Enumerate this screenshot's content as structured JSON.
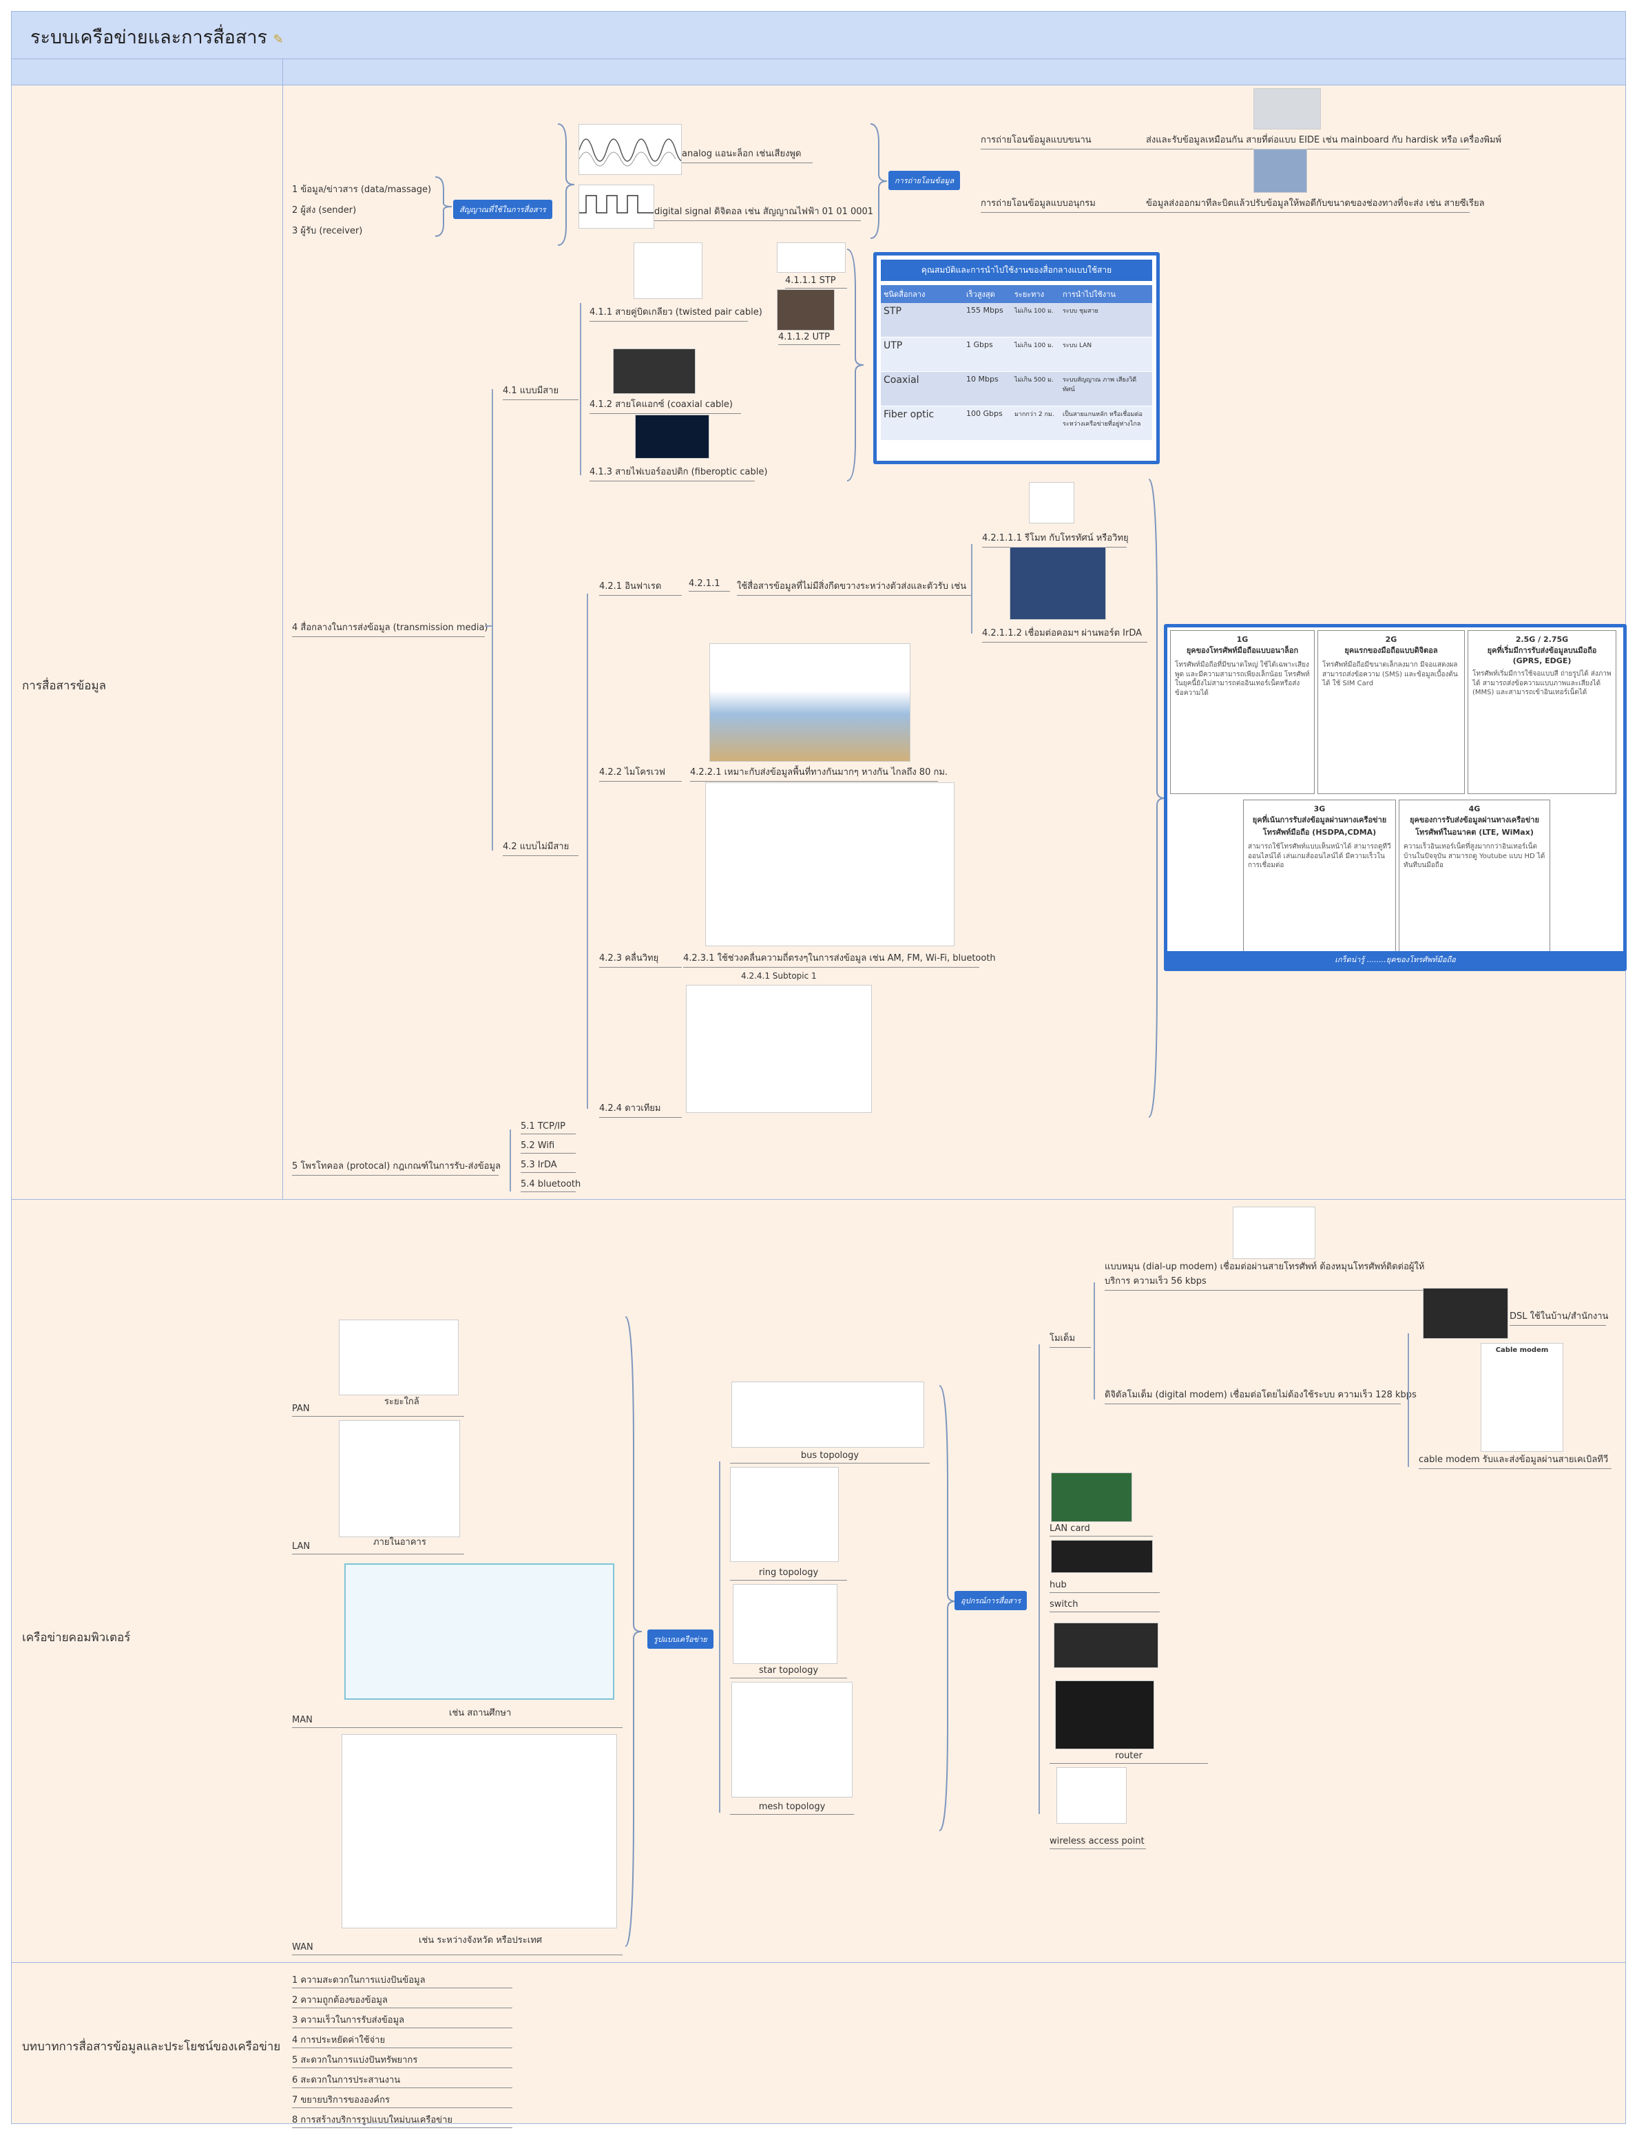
{
  "title": "ระบบเครือข่ายและการสื่อสาร",
  "rows": {
    "r1": "การสื่อสารข้อมูล",
    "r2": "เครือข่ายคอมพิวเตอร์",
    "r3": "บทบาทการสื่อสารข้อมูลและประโยชน์ของเครือข่าย"
  },
  "comm": {
    "elements": [
      "1  ข้อมูล/ข่าวสาร (data/massage)",
      "2  ผู้ส่ง (sender)",
      "3  ผู้รับ (receiver)"
    ],
    "signal_pill": "สัญญาณที่ใช้ในการสื่อสาร",
    "analog": "analog    แอนะล็อก  เช่นเสียงพูด",
    "digital": "digital  signal ดิจิตอล  เช่น สัญญาณไฟฟ้า  01 01 0001",
    "transfer_pill": "การถ่ายโอนข้อมูล",
    "parallel": "การถ่ายโอนข้อมูลแบบขนาน",
    "parallel_desc": "ส่งและรับข้อมูลเหมือนกัน  สายที่ต่อแบบ  EIDE เช่น mainboard กับ hardisk  หรือ เครื่องพิมพ์",
    "serial": "การถ่ายโอนข้อมูลแบบอนุกรม",
    "serial_desc": "ข้อมูลส่งออกมาทีละบิตแล้วปรับข้อมูลให้พอดีกับขนาดของช่องทางที่จะส่ง เช่น สายซีเรียล",
    "media": "4  สื่อกลางในการส่งข้อมูล (transmission media)",
    "wired": "4.1  แบบมีสาย",
    "tp": "4.1.1  สายคู่บิดเกลียว (twisted pair cable)",
    "stp": "4.1.1.1  STP",
    "utp": "4.1.1.2  UTP",
    "coax": "4.1.2  สายโคแอกซ์ (coaxial cable)",
    "fiber": "4.1.3  สายไฟเบอร์ออปติก (fiberoptic cable)",
    "wireless": "4.2  แบบไม่มีสาย",
    "ir": "4.2.1  อินฟาเรด",
    "ir1": "4.2.1.1",
    "ir1_desc": "ใช้สื่อสารข้อมูลที่ไม่มีสิ่งกีดขวางระหว่างตัวส่งและตัวรับ เช่น",
    "ir_a": "4.2.1.1.1  รีโมท กับโทรทัศน์ หรือวิทยุ",
    "ir_b": "4.2.1.1.2  เชื่อมต่อคอมฯ ผ่านพอร์ต IrDA",
    "mw": "4.2.2  ไมโครเวฟ",
    "mw_desc": "4.2.2.1  เหมาะกับส่งข้อมูลพื้นที่ทางกันมากๆ หางกัน ไกลถึง 80 กม.",
    "radio": "4.2.3  คลื่นวิทยุ",
    "radio_desc": "4.2.3.1  ใช้ช่วงคลื่นความถี่ตรงๆในการส่งข้อมูล เช่น AM, FM, Wi-Fi, bluetooth",
    "sat": "4.2.4  ดาวเทียม",
    "sat_sub": "4.2.4.1  Subtopic 1",
    "protocol": "5  โพรโทคอล (protocal)  กฎเกณฑ์ในการรับ-ส่งข้อมูล",
    "protocols": [
      "5.1  TCP/IP",
      "5.2  Wifi",
      "5.3  IrDA",
      "5.4  bluetooth"
    ]
  },
  "cable_table": {
    "title": "คุณสมบัติและการนำไปใช้งานของสื่อกลางแบบใช้สาย",
    "headers": [
      "ชนิดสื่อกลาง",
      "เร็วสูงสุด",
      "ระยะทาง",
      "การนำไปใช้งาน"
    ],
    "rows": [
      {
        "name": "STP",
        "speed": "155 Mbps",
        "dist": "ไม่เกิน 100 ม.",
        "use": "ระบบ ชุมสาย"
      },
      {
        "name": "UTP",
        "speed": "1 Gbps",
        "dist": "ไม่เกิน 100 ม.",
        "use": "ระบบ LAN"
      },
      {
        "name": "Coaxial",
        "speed": "10 Mbps",
        "dist": "ไม่เกิน 500 ม.",
        "use": "ระบบสัญญาณ ภาพ เสียงวิดีทัศน์"
      },
      {
        "name": "Fiber optic",
        "speed": "100 Gbps",
        "dist": "มากกว่า 2 กม.",
        "use": "เป็นสายแกนหลัก หรือเชื่อมต่อระหว่างเครือข่ายที่อยู่ห่างไกล"
      }
    ]
  },
  "mobile_gen": {
    "cards": [
      {
        "h": "1G\nยุคของโทรศัพท์มือถือแบบอนาล็อก",
        "p": "โทรศัพท์มือถือที่มีขนาดใหญ่ ใช้ได้เฉพาะเสียงพูด และมีความสามารถเพียงเล็กน้อย โทรศัพท์ในยุคนี้ยังไม่สามารถต่ออินเทอร์เน็ตหรือส่งข้อความได้"
      },
      {
        "h": "2G\nยุคแรกของมือถือแบบดิจิตอล",
        "p": "โทรศัพท์มือถือมีขนาดเล็กลงมาก มีจอแสดงผล สามารถส่งข้อความ (SMS) และข้อมูลเบื้องต้นได้ ใช้ SIM Card"
      },
      {
        "h": "2.5G / 2.75G\nยุคที่เริ่มมีการรับส่งข้อมูลบนมือถือ (GPRS, EDGE)",
        "p": "โทรศัพท์เริ่มมีการใช้จอแบบสี ถ่ายรูปได้ ส่งภาพได้ สามารถส่งข้อความแบบภาพและเสียงได้ (MMS) และสามารถเข้าอินเทอร์เน็ตได้"
      },
      {
        "h": "3G\nยุคที่เน้นการรับส่งข้อมูลผ่านทางเครือข่ายโทรศัพท์มือถือ (HSDPA,CDMA)",
        "p": "สามารถใช้โทรศัพท์แบบเห็นหน้าได้ สามารถดูทีวีออนไลน์ได้ เล่นเกมส์ออนไลน์ได้ มีความเร็วในการเชื่อมต่อ"
      },
      {
        "h": "4G\nยุคของการรับส่งข้อมูลผ่านทางเครือข่ายโทรศัพท์ในอนาคต (LTE, WiMax)",
        "p": "ความเร็วอินเทอร์เน็ตที่สูงมากกว่าอินเทอร์เน็ตบ้านในปัจจุบัน สามารถดู Youtube แบบ HD ได้ทันทีบนมือถือ"
      }
    ],
    "footer": "เกร็ดน่ารู้ ........ยุคของโทรศัพท์มือถือ"
  },
  "net": {
    "pan": "PAN",
    "pan_cap": "ระยะใกล้",
    "lan": "LAN",
    "lan_cap": "ภายในอาคาร",
    "man": "MAN",
    "man_cap": "เช่น สถานศึกษา",
    "wan": "WAN",
    "wan_cap": "เช่น ระหว่างจังหวัด  หรือประเทศ",
    "topo_pill": "รูปแบบเครือข่าย",
    "topos": [
      "bus topology",
      "ring topology",
      "star topology",
      "mesh topology"
    ],
    "dev_pill": "อุปกรณ์การสื่อสาร",
    "modem": "โมเด็ม",
    "dialup": "แบบหมุน (dial-up modem)  เชื่อมต่อผ่านสายโทรศัพท์ ต้องหมุนโทรศัพท์ติดต่อผู้ให้บริการ  ความเร็ว 56 kbps",
    "digital_modem": "ดิจิตัลโมเด็ม (digital modem)  เชื่อมต่อโดยไม่ต้องใช้ระบบ ความเร็ว 128 kbps",
    "dsl": "DSL  ใช้ในบ้าน/สำนักงาน",
    "cable_modem_img": "Cable modem",
    "cable_modem": "cable modem  รับและส่งข้อมูลผ่านสายเคเบิลทีวี",
    "devices": [
      "LAN card",
      "hub",
      "switch",
      "router",
      "wireless access point"
    ]
  },
  "benefits": [
    "1  ความสะดวกในการแบ่งปันข้อมูล",
    "2  ความถูกต้องของข้อมูล",
    "3  ความเร็วในการรับส่งข้อมูล",
    "4  การประหยัดค่าใช้จ่าย",
    "5  สะดวกในการแบ่งปันทรัพยากร",
    "6  สะดวกในการประสานงาน",
    "7  ขยายบริการขององค์กร",
    "8  การสร้างบริการรูปแบบใหม่บนเครือข่าย"
  ],
  "colors": {
    "pill": "#2e6fd0",
    "row_bg": "#fdf1e6",
    "header_bg": "#cddcf7",
    "border": "#9fb6dd"
  }
}
